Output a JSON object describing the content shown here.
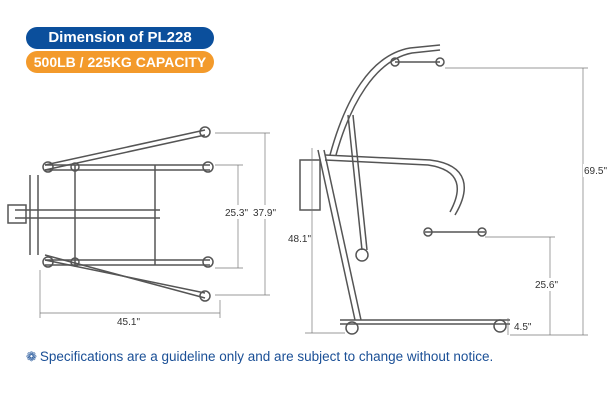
{
  "header": {
    "title": "Dimension of PL228",
    "capacity": "500LB / 225KG CAPACITY"
  },
  "dimensions": {
    "inner_width": "25.3\"",
    "outer_width": "37.9\"",
    "base_length": "45.1\"",
    "mast_height": "48.1\"",
    "max_height": "69.5\"",
    "min_hook_height": "25.6\"",
    "base_clearance": "4.5\""
  },
  "footer": {
    "icon": "flower-icon",
    "note": "Specifications are a guideline only and are subject to change without notice."
  },
  "colors": {
    "title_bg": "#0b4f9c",
    "capacity_bg": "#f39a2b",
    "note": "#1a4f96"
  }
}
